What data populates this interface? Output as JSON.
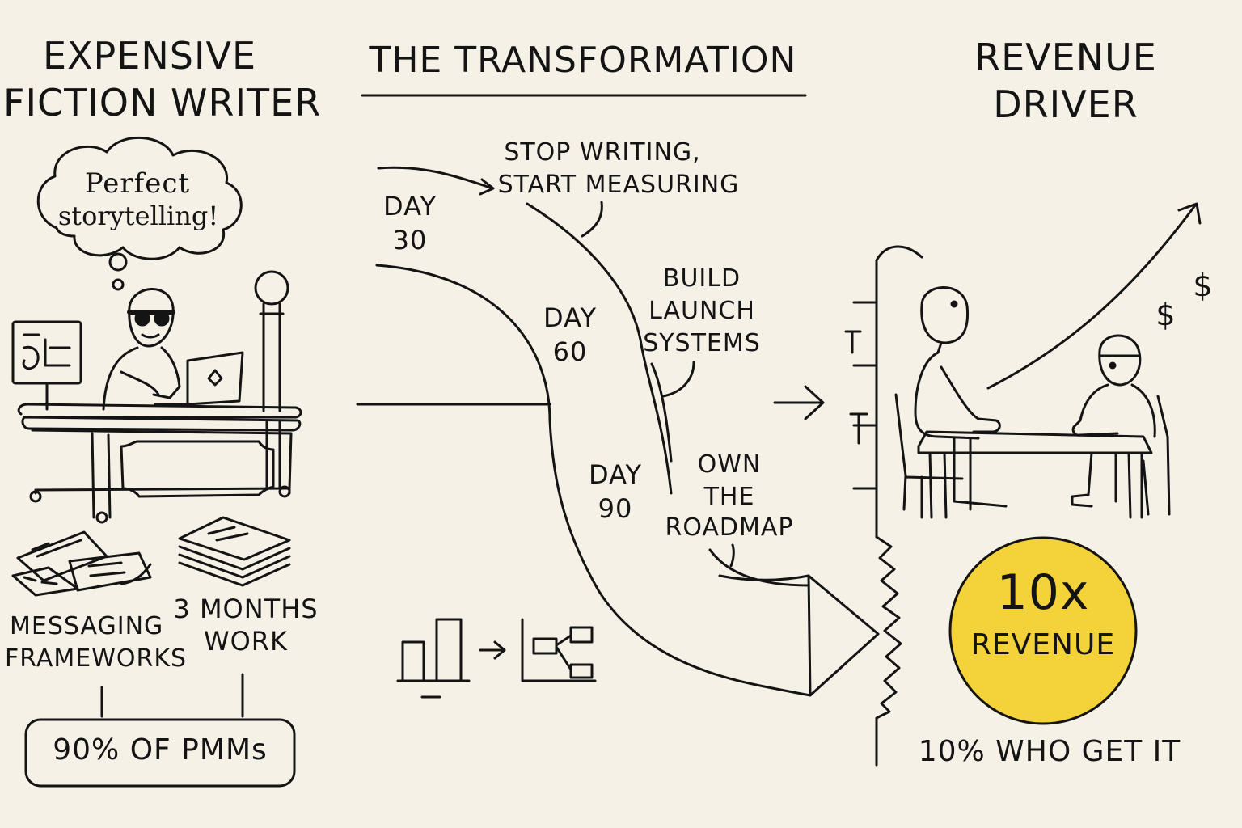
{
  "left": {
    "heading_line1": "EXPENSIVE",
    "heading_line2": "FICTION WRITER",
    "thought": {
      "line1": "Perfect",
      "line2": "storytelling!"
    },
    "label_messaging_line1": "MESSAGING",
    "label_messaging_line2": "FRAMEWORKS",
    "label_months_line1": "3 MONTHS",
    "label_months_line2": "WORK",
    "pmm_box": "90% OF PMMs"
  },
  "middle": {
    "heading": "THE TRANSFORMATION",
    "steps": [
      {
        "day_line1": "DAY",
        "day_line2": "30",
        "action_line1": "STOP WRITING,",
        "action_line2": "START MEASURING"
      },
      {
        "day_line1": "DAY",
        "day_line2": "60",
        "action_line1": "BUILD",
        "action_line2": "LAUNCH",
        "action_line3": "SYSTEMS"
      },
      {
        "day_line1": "DAY",
        "day_line2": "90",
        "action_line1": "OWN",
        "action_line2": "THE",
        "action_line3": "ROADMAP"
      }
    ]
  },
  "right": {
    "heading_line1": "REVENUE",
    "heading_line2": "DRIVER",
    "dollar_symbol": "$",
    "result_line1": "10x",
    "result_line2": "REVENUE",
    "footer": "10% WHO GET IT"
  },
  "colors": {
    "background": "#f5f1e6",
    "ink": "#141414",
    "highlight": "#f4d23a"
  },
  "icons": [
    "thought-bubble-icon",
    "writer-at-desk-icon",
    "lamp-icon",
    "papers-icon",
    "stack-of-pages-icon",
    "arrow-icon",
    "bar-chart-icon",
    "flowchart-icon",
    "meeting-table-icon",
    "growth-arrow-icon",
    "dollar-icon"
  ]
}
